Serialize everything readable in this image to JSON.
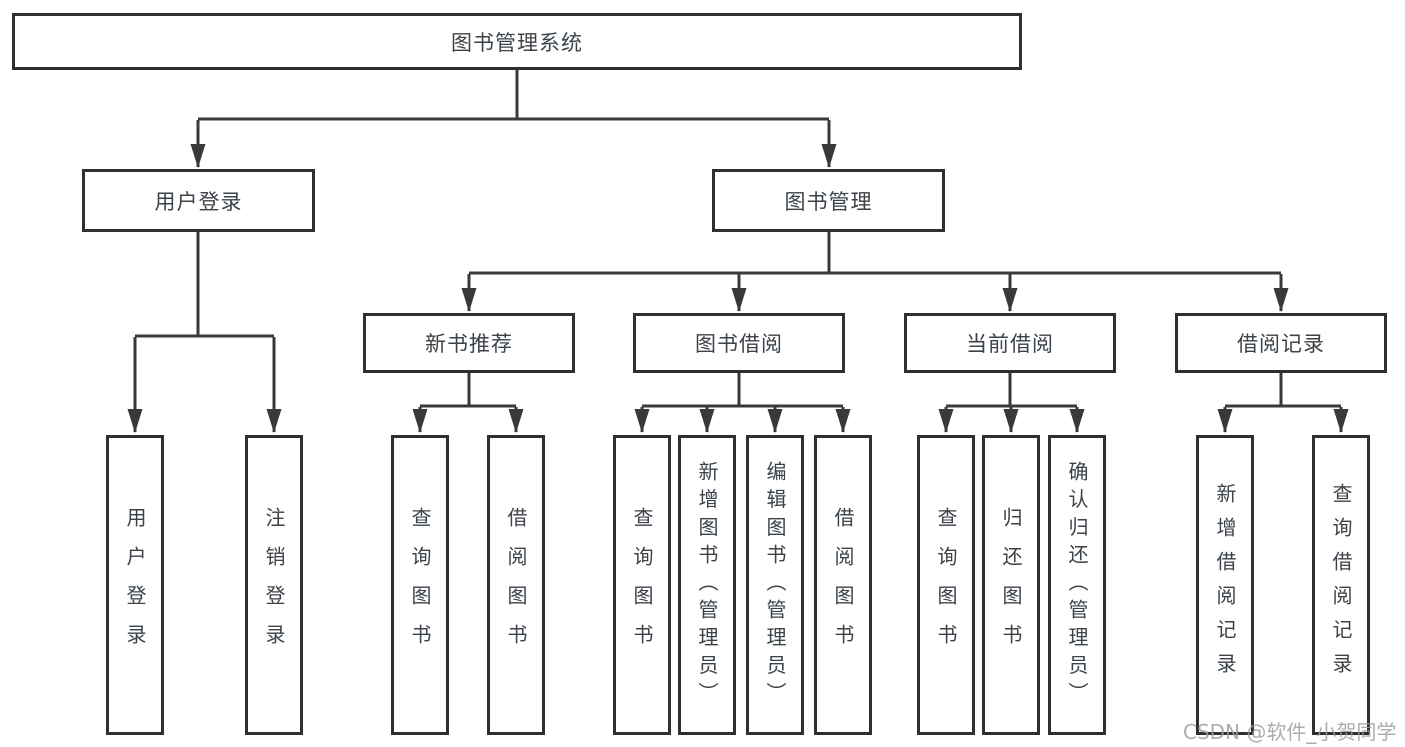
{
  "tree": {
    "label": "图书管理系统",
    "children": [
      {
        "label": "用户登录",
        "children": [
          {
            "label": "用户登录"
          },
          {
            "label": "注销登录"
          }
        ]
      },
      {
        "label": "图书管理",
        "children": [
          {
            "label": "新书推荐",
            "children": [
              {
                "label": "查询图书"
              },
              {
                "label": "借阅图书"
              }
            ]
          },
          {
            "label": "图书借阅",
            "children": [
              {
                "label": "查询图书"
              },
              {
                "label": "新增图书（管理员）"
              },
              {
                "label": "编辑图书（管理员）"
              },
              {
                "label": "借阅图书"
              }
            ]
          },
          {
            "label": "当前借阅",
            "children": [
              {
                "label": "查询图书"
              },
              {
                "label": "归还图书"
              },
              {
                "label": "确认归还（管理员）"
              }
            ]
          },
          {
            "label": "借阅记录",
            "children": [
              {
                "label": "新增借阅记录"
              },
              {
                "label": "查询借阅记录"
              }
            ]
          }
        ]
      }
    ]
  },
  "watermark": {
    "text": "CSDN @软件_小贺同学"
  },
  "colors": {
    "line": "#393939",
    "border": "#2f2f2f",
    "text": "#3b4248",
    "bg": "#ffffff",
    "watermark": "#9b9fa4"
  }
}
